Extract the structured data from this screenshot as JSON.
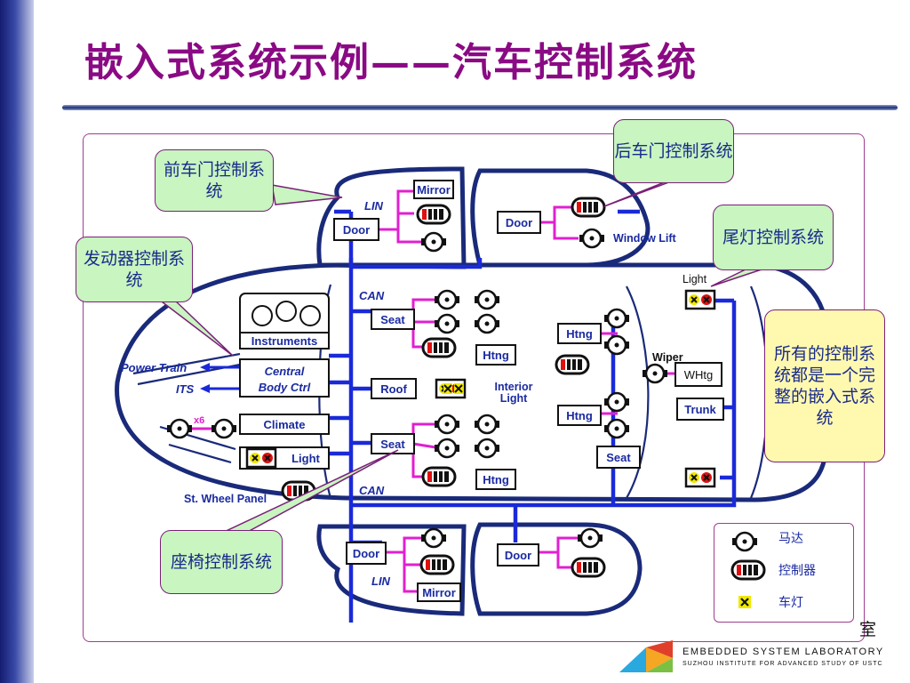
{
  "title": "嵌入式系统示例——汽车控制系统",
  "callouts": {
    "front_door": "前车门控制系统",
    "rear_door": "后车门控制系统",
    "engine": "发动器控制系统",
    "taillight": "尾灯控制系统",
    "all_embedded": "所有的控制系统都是一个完整的嵌入式系统",
    "seat": "座椅控制系统"
  },
  "diagram": {
    "buses": {
      "lin_top": "LIN",
      "can_top": "CAN",
      "can_bottom": "CAN",
      "lin_bottom": "LIN"
    },
    "boxes": {
      "door_fl": "Door",
      "door_rl": "Door",
      "door_fr": "Door",
      "door_rr": "Door",
      "mirror_top": "Mirror",
      "mirror_bottom": "Mirror",
      "instruments": "Instruments",
      "central_line1": "Central",
      "central_line2": "Body Ctrl",
      "climate": "Climate",
      "light_left": "Light",
      "seat_top": "Seat",
      "seat_bottom": "Seat",
      "roof": "Roof",
      "htng_seat_top": "Htng",
      "htng_seat_bottom": "Htng",
      "htng_rear_top": "Htng",
      "htng_rear_bottom": "Htng",
      "seat_rear": "Seat",
      "whtg": "WHtg",
      "trunk": "Trunk"
    },
    "labels": {
      "window_lift": "Window Lift",
      "power_train": "Power Train",
      "its": "ITS",
      "x6": "x6",
      "interior_light_1": "Interior",
      "interior_light_2": "Light",
      "wiper": "Wiper",
      "light_rear": "Light",
      "st_wheel_panel": "St. Wheel Panel"
    }
  },
  "legend": {
    "motor": "马达",
    "controller": "控制器",
    "lamp": "车灯"
  },
  "footer": {
    "lab_name": "EMBEDDED SYSTEM LABORATORY",
    "lab_sub": "SUZHOU INSTITUTE FOR ADVANCED STUDY OF USTC",
    "corner_char": "室"
  },
  "colors": {
    "title": "#8a0a84",
    "wire_blue": "#1a2ad8",
    "wire_magenta": "#e020d0",
    "car_outline": "#1a2a7a",
    "callout_green": "#c8f5c0",
    "callout_yellow": "#fff9b0"
  }
}
